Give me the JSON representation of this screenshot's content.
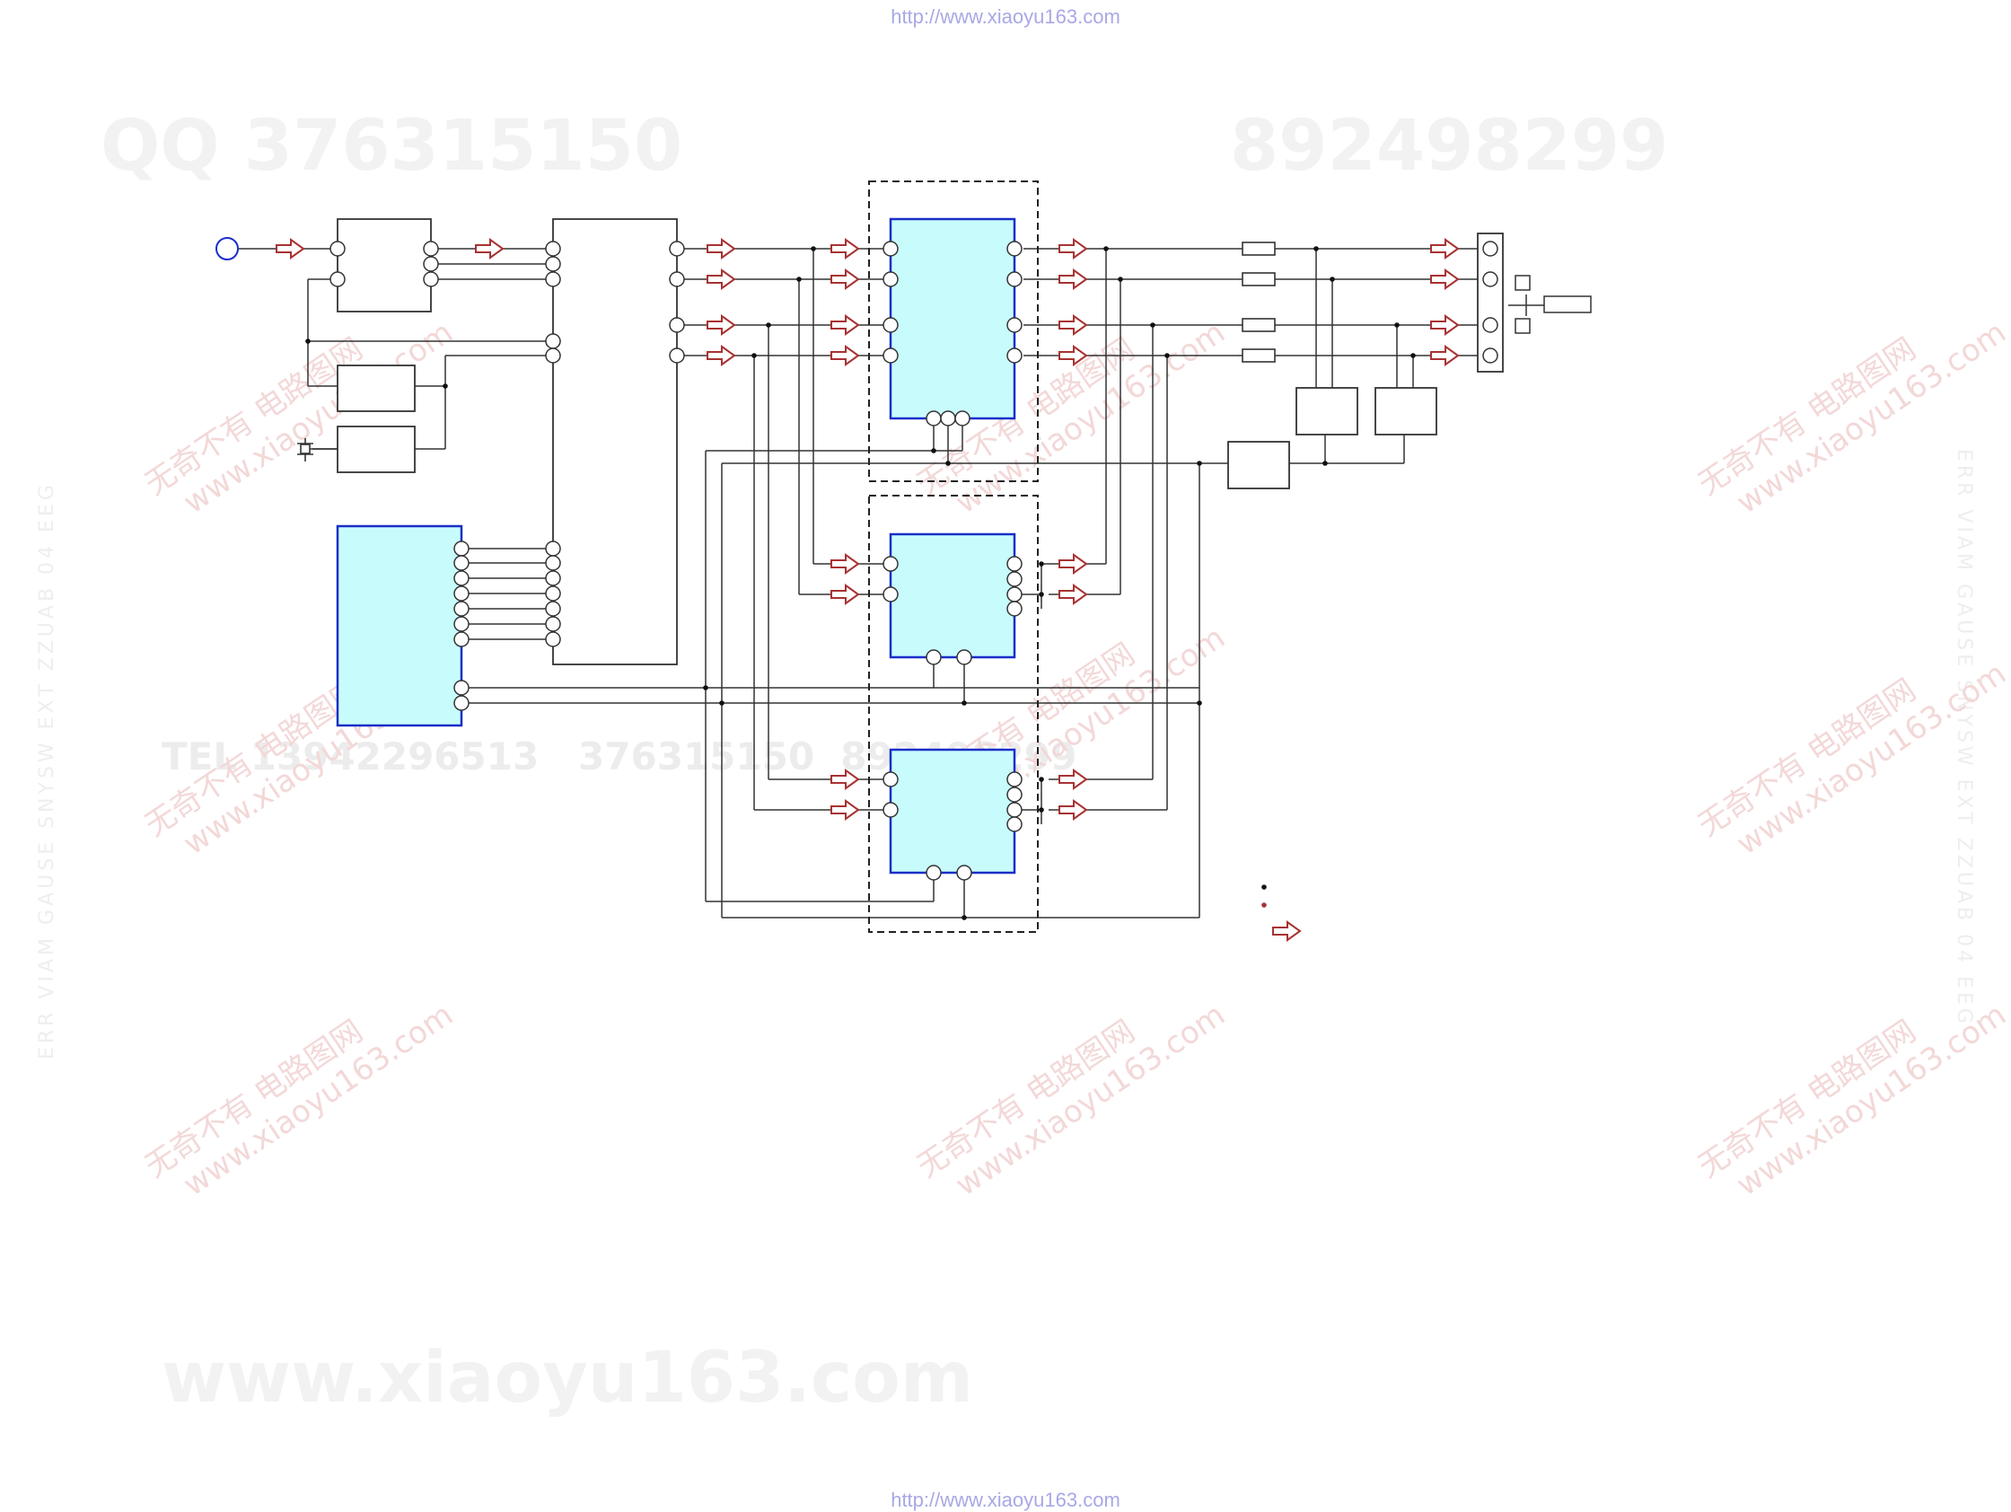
{
  "header": {
    "url": "http://www.xiaoyu163.com"
  },
  "footer": {
    "url": "http://www.xiaoyu163.com"
  },
  "watermarks": {
    "qq": "QQ 376315150",
    "numbers": "892498299",
    "tel": "TEL 13942296513   376315150  892498299",
    "www": "www.xiaoyu163.com",
    "stamp_line1": "无奇不有 电路图网",
    "stamp_line2": "www.xiaoyu163.com",
    "side": "ERR VIAM GAUSE SNYSW EXT ZZUAB 04 EEG"
  },
  "colors": {
    "ic_fill": "#c8fcfc",
    "ic_border": "#1a2ec8",
    "arrow": "#a83232",
    "wire": "#333333",
    "dashed": "#222222",
    "connector_circle": "#1a2ec8"
  },
  "icons": {
    "input_jack": "circle-jack-icon",
    "signal_arrow": "hollow-arrow-icon",
    "crystal": "crystal-oscillator-icon"
  }
}
